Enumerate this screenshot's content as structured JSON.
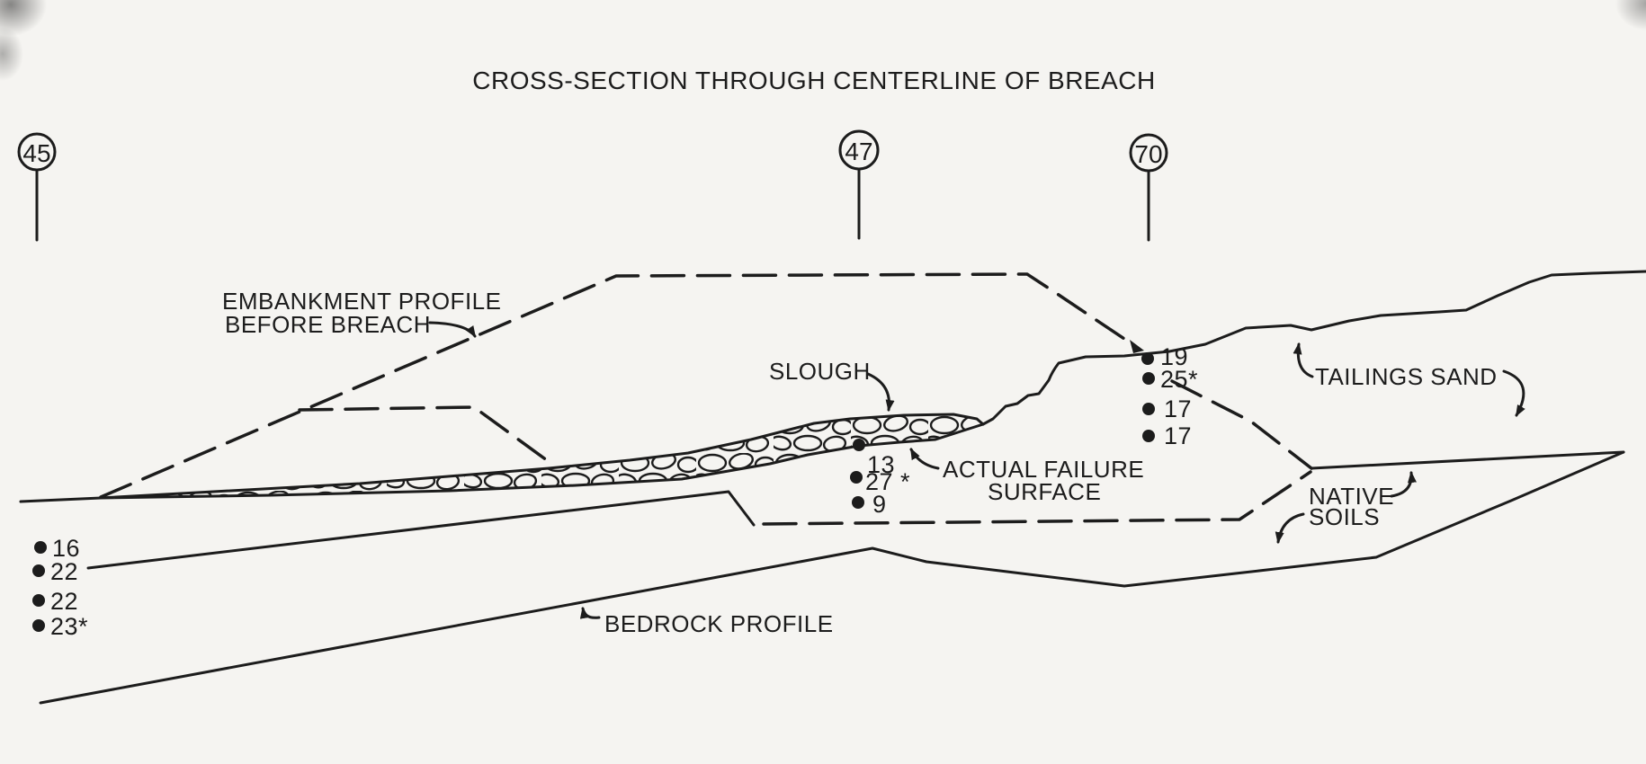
{
  "title": "CROSS-SECTION THROUGH CENTERLINE OF BREACH",
  "boreholes": [
    {
      "id": "45"
    },
    {
      "id": "47"
    },
    {
      "id": "70"
    }
  ],
  "labels": {
    "embankment_line1": "EMBANKMENT PROFILE",
    "embankment_line2": "BEFORE BREACH",
    "slough": "SLOUGH",
    "failure_line1": "ACTUAL FAILURE",
    "failure_line2": "SURFACE",
    "tailings": "TAILINGS SAND",
    "native_line1": "NATIVE",
    "native_line2": "SOILS",
    "bedrock": "BEDROCK PROFILE"
  },
  "measurements": {
    "left_column": [
      "16",
      "22",
      "22",
      "23*"
    ],
    "middle_column": [
      "13",
      "27 *",
      "9"
    ],
    "right_column": [
      "19",
      "25*",
      "17",
      "17"
    ]
  },
  "colors": {
    "ink": "#1c1c1c",
    "paper": "#f5f4f1"
  }
}
